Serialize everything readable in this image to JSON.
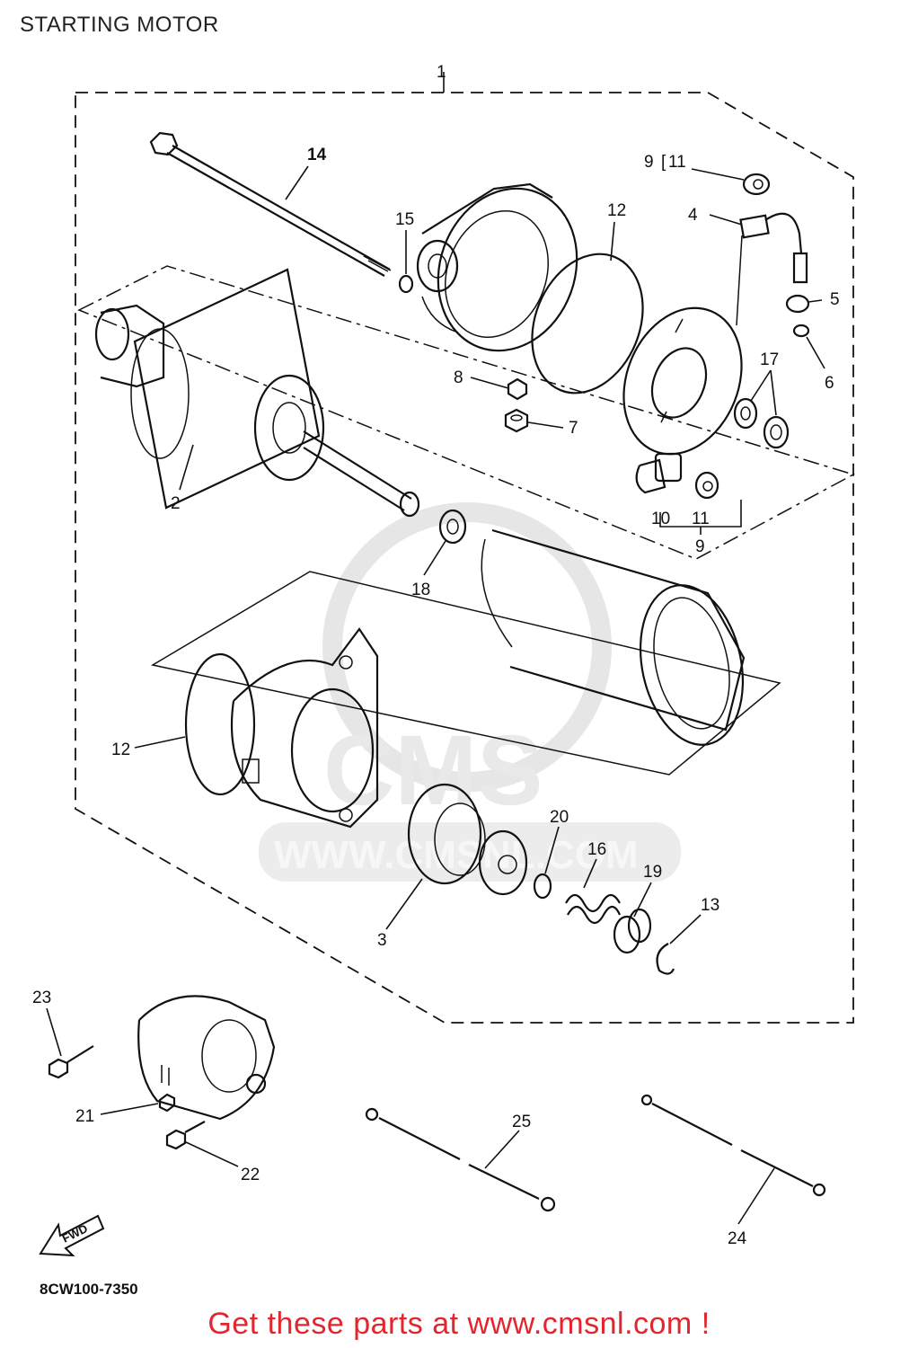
{
  "title": "STARTING MOTOR",
  "diagram_code": "8CW100-7350",
  "fwd_label": "FWD",
  "footer_text": "Get these parts at www.cmsnl.com !",
  "watermark": {
    "brand": "CMS",
    "url": "WWW.CMSNL.COM"
  },
  "callouts": {
    "c1": "1",
    "c2": "2",
    "c3": "3",
    "c4": "4",
    "c5": "5",
    "c6": "6",
    "c7": "7",
    "c8": "8",
    "c9": "9",
    "c9b": "9",
    "c10": "10",
    "c11": "11",
    "c11b": "11",
    "c12a": "12",
    "c12b": "12",
    "c13": "13",
    "c14": "14",
    "c15": "15",
    "c16": "16",
    "c17": "17",
    "c18": "18",
    "c19": "19",
    "c20": "20",
    "c21": "21",
    "c22": "22",
    "c23": "23",
    "c24": "24",
    "c25": "25"
  },
  "colors": {
    "line": "#111111",
    "footer": "#e3262e",
    "watermark": "#e9e9e9"
  }
}
